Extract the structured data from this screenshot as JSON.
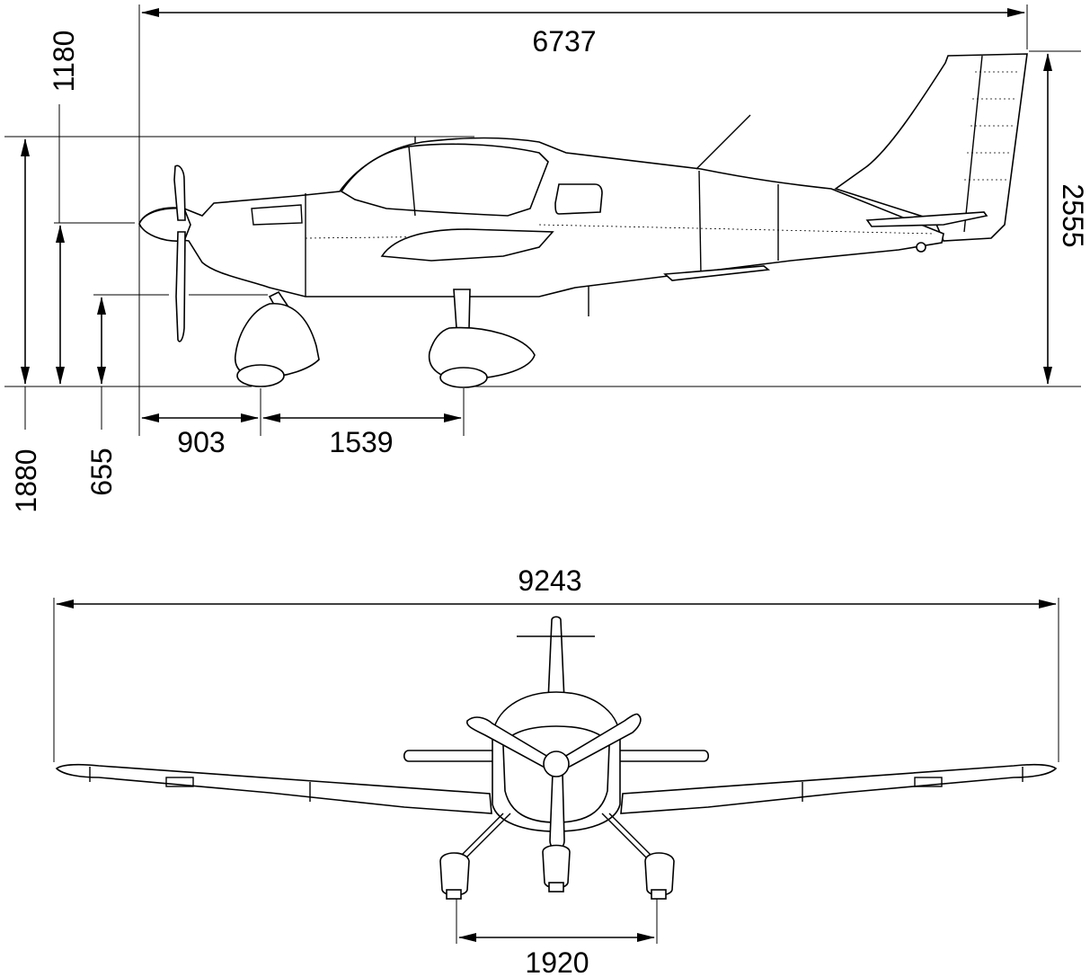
{
  "dimensions": {
    "overall_length": "6737",
    "overall_height": "2555",
    "cabin_height": "1880",
    "spinner_height": "1180",
    "engine_bottom_height": "655",
    "nose_to_front_wheel": "903",
    "wheelbase": "1539",
    "wingspan": "9243",
    "main_gear_track": "1920"
  },
  "colors": {
    "ink": "#000000",
    "background": "#ffffff"
  }
}
